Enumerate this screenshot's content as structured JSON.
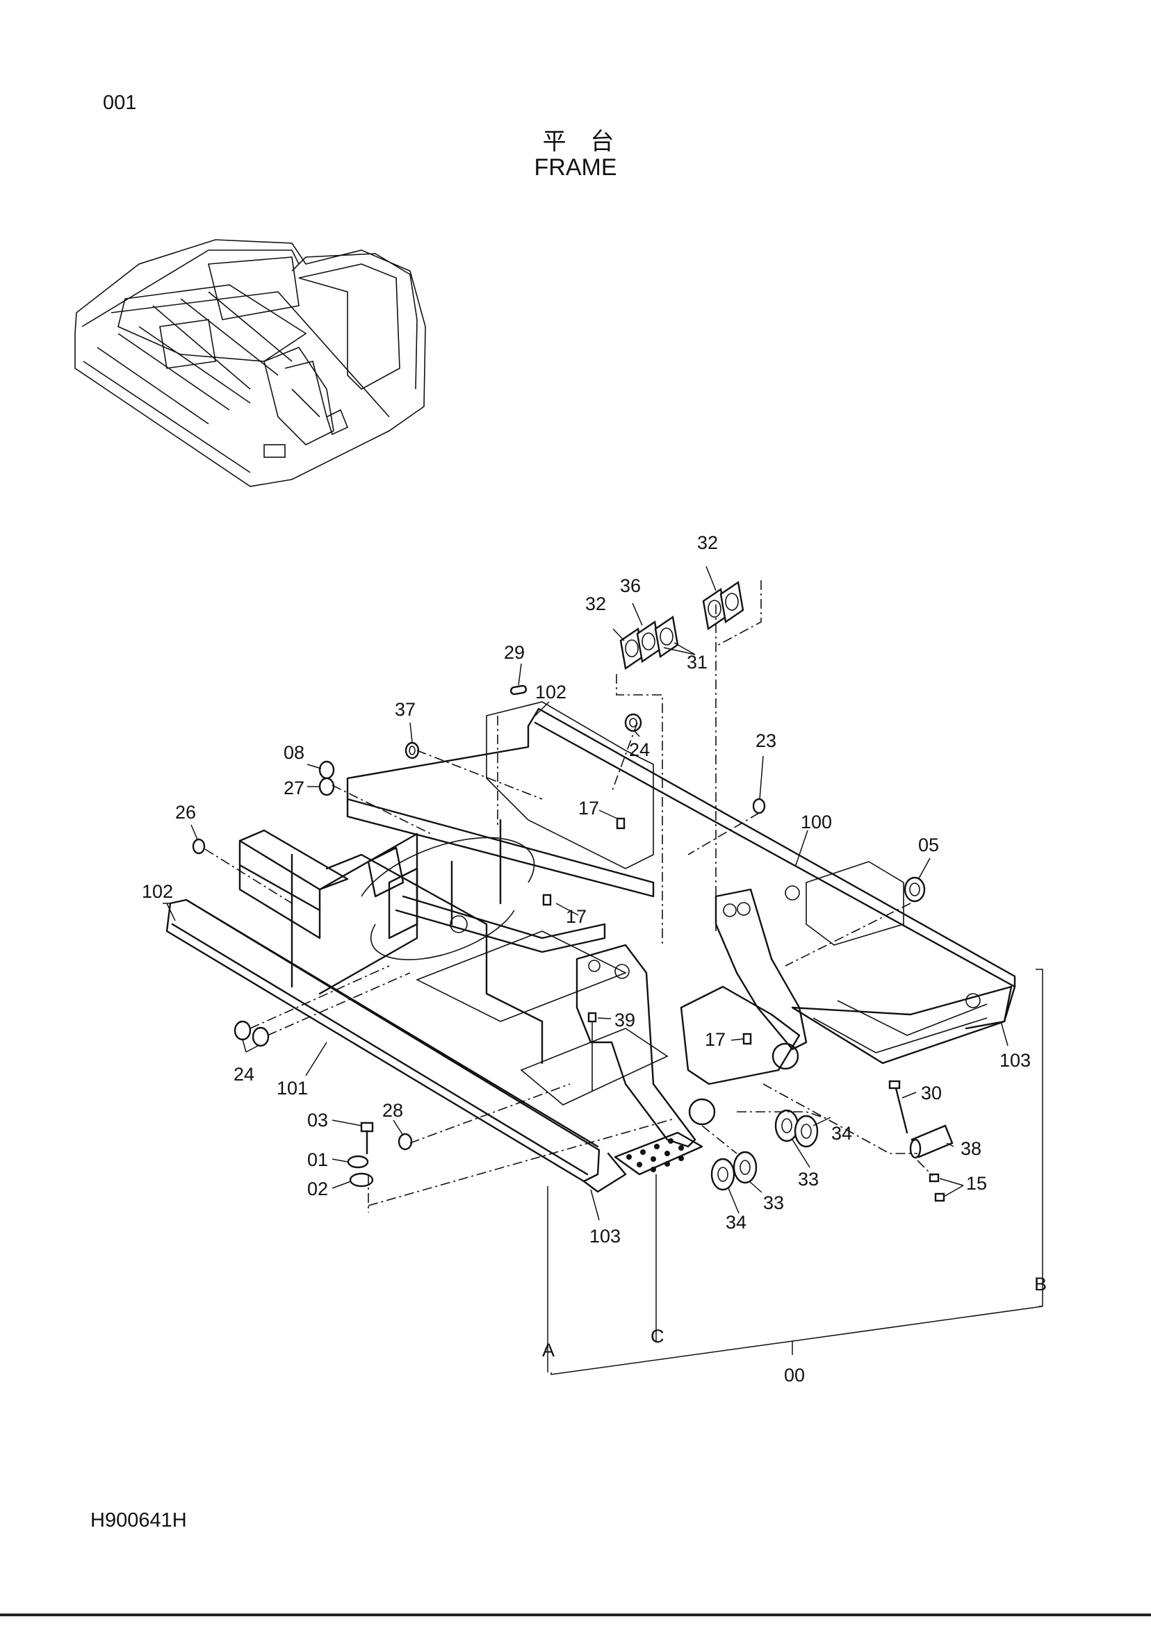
{
  "page_number": "001",
  "title_cn": "平 台",
  "title_en": "FRAME",
  "drawing_number": "H900641H",
  "callouts": {
    "c32a": "32",
    "c36": "36",
    "c32b": "32",
    "c31": "31",
    "c29": "29",
    "c102a": "102",
    "c37": "37",
    "c24a": "24",
    "c08": "08",
    "c27": "27",
    "c23": "23",
    "c17a": "17",
    "c100": "100",
    "c05": "05",
    "c26": "26",
    "c102b": "102",
    "c17b": "17",
    "c39": "39",
    "c17c": "17",
    "c30": "30",
    "c103a": "103",
    "c24b": "24",
    "c101": "101",
    "c03": "03",
    "c28": "28",
    "c01": "01",
    "c02": "02",
    "c38": "38",
    "c34a": "34",
    "c33a": "33",
    "c15": "15",
    "c33b": "33",
    "c34b": "34",
    "c103b": "103",
    "cB": "B",
    "cA": "A",
    "cC": "C",
    "c00": "00"
  }
}
